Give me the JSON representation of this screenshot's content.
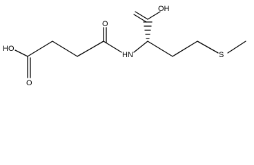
{
  "molecule": {
    "atom_labels": {
      "oh_left": "HO",
      "oh_top": "OH",
      "amide_nh": "HN",
      "carbonyl_o1": "O",
      "carbonyl_o2": "O",
      "sulfur": "S"
    }
  },
  "colors": {
    "bond": "#000000",
    "label": "#000000",
    "background": "#ffffff"
  }
}
